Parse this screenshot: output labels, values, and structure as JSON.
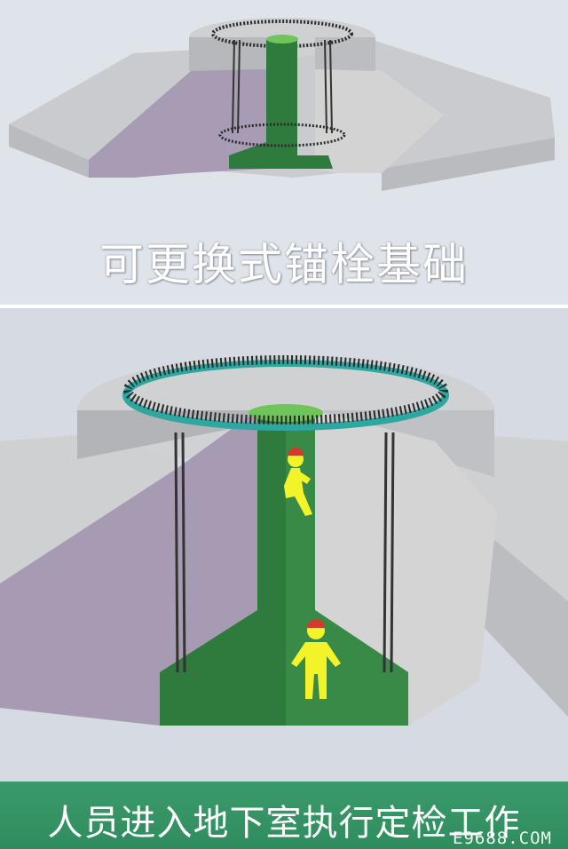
{
  "top_panel": {
    "caption": "可更换式锚栓基础"
  },
  "bottom_panel": {
    "caption": "人员进入地下室执行定检工作",
    "watermark": "E9688.COM"
  },
  "colors": {
    "concrete_top": "#c7c9cc",
    "concrete_side": "#a59bb1",
    "shaft_green": "#2f7a3d",
    "shaft_green_light": "#6fc45a",
    "caption_bar": "#3b9a6b",
    "worker_yellow": "#f3f32a",
    "helmet_red": "#d43a2a"
  }
}
